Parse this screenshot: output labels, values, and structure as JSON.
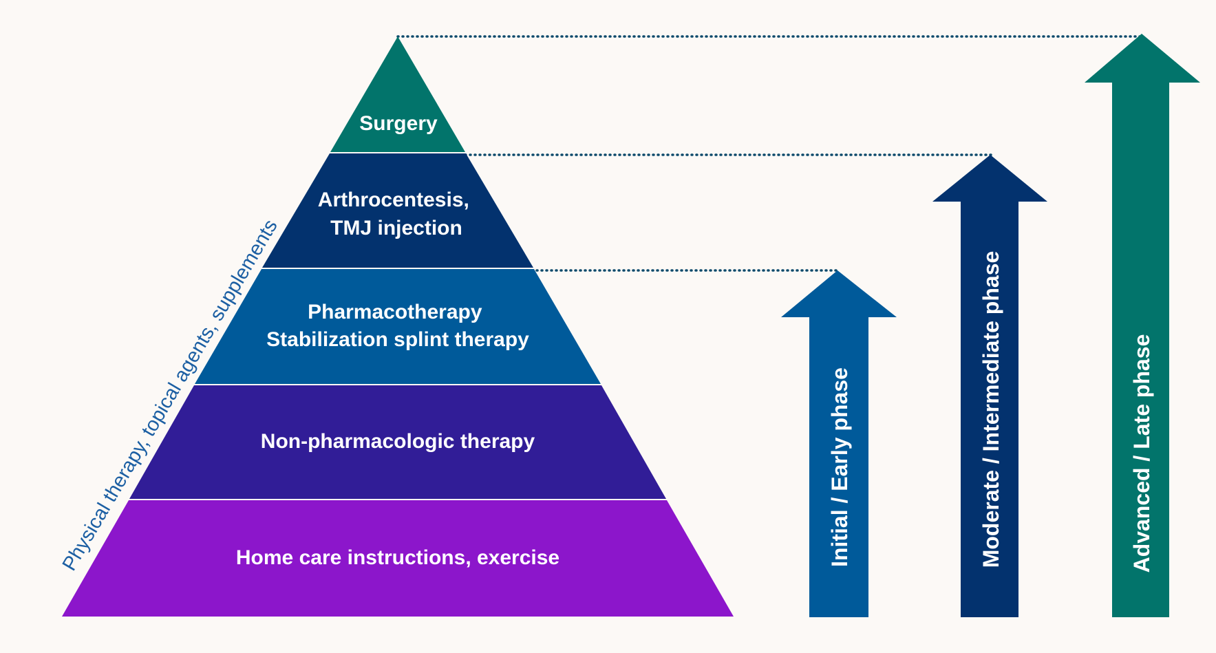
{
  "colors": {
    "background": "#fcf9f6",
    "surgery": "#02746b",
    "arthrocentesis": "#03326e",
    "pharmacotherapy": "#005a9a",
    "non_pharmacologic": "#311d97",
    "home_care": "#8c16cb",
    "early_arrow": "#005a9a",
    "intermediate_arrow": "#03326e",
    "late_arrow": "#02746b",
    "side_text": "#1c5fa3",
    "dotted_line": "#0d4a6b"
  },
  "pyramid": {
    "tiers": [
      {
        "lines": [
          "Surgery"
        ]
      },
      {
        "lines": [
          "Arthrocentesis,",
          "TMJ injection"
        ]
      },
      {
        "lines": [
          "Pharmacotherapy",
          "Stabilization splint therapy"
        ]
      },
      {
        "lines": [
          "Non-pharmacologic therapy"
        ]
      },
      {
        "lines": [
          "Home care instructions, exercise"
        ]
      }
    ],
    "side_label": "Physical therapy, topical agents, supplements"
  },
  "arrows": {
    "early": "Initial / Early phase",
    "intermediate": "Moderate / Intermediate phase",
    "late": "Advanced / Late phase"
  }
}
